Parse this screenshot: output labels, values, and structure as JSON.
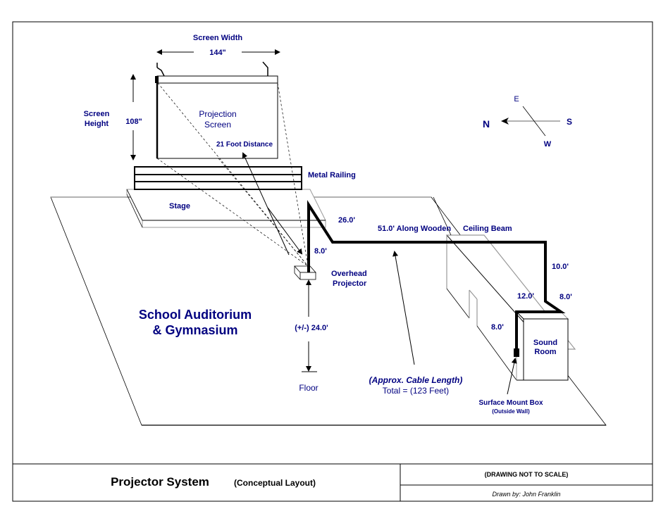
{
  "diagram": {
    "screen": {
      "width_label": "Screen Width",
      "width_value": "144\"",
      "height_label_line1": "Screen",
      "height_label_line2": "Height",
      "height_value": "108\"",
      "name_line1": "Projection",
      "name_line2": "Screen",
      "distance_label": "21 Foot Distance"
    },
    "railing_label": "Metal Railing",
    "stage_label": "Stage",
    "projector_label_line1": "Overhead",
    "projector_label_line2": "Projector",
    "floor_label": "Floor",
    "projector_height": "(+/-) 24.0'",
    "room_title_line1": "School Auditorium",
    "room_title_line2": "& Gymnasium",
    "cable_segments": {
      "riser": "8.0'",
      "diagonal": "26.0'",
      "beam_run": "51.0' Along Wooden",
      "beam_label": "Ceiling Beam",
      "drop1": "10.0'",
      "diag2": "8.0'",
      "cross": "12.0'",
      "drop2": "8.0'"
    },
    "cable_total_line1": "(Approx. Cable Length)",
    "cable_total_line2": "Total = (123 Feet)",
    "sound_room_line1": "Sound",
    "sound_room_line2": "Room",
    "mount_box_line1": "Surface Mount Box",
    "mount_box_line2": "(Outside Wall)",
    "compass": {
      "north": "N",
      "south": "S",
      "east": "E",
      "west": "W"
    }
  },
  "title_block": {
    "title": "Projector System",
    "subtitle": "(Conceptual Layout)",
    "scale_note": "(DRAWING NOT TO SCALE)",
    "author": "Drawn by: John Franklin"
  },
  "colors": {
    "label": "#000080",
    "line": "#000000",
    "gray_line": "#999999"
  }
}
